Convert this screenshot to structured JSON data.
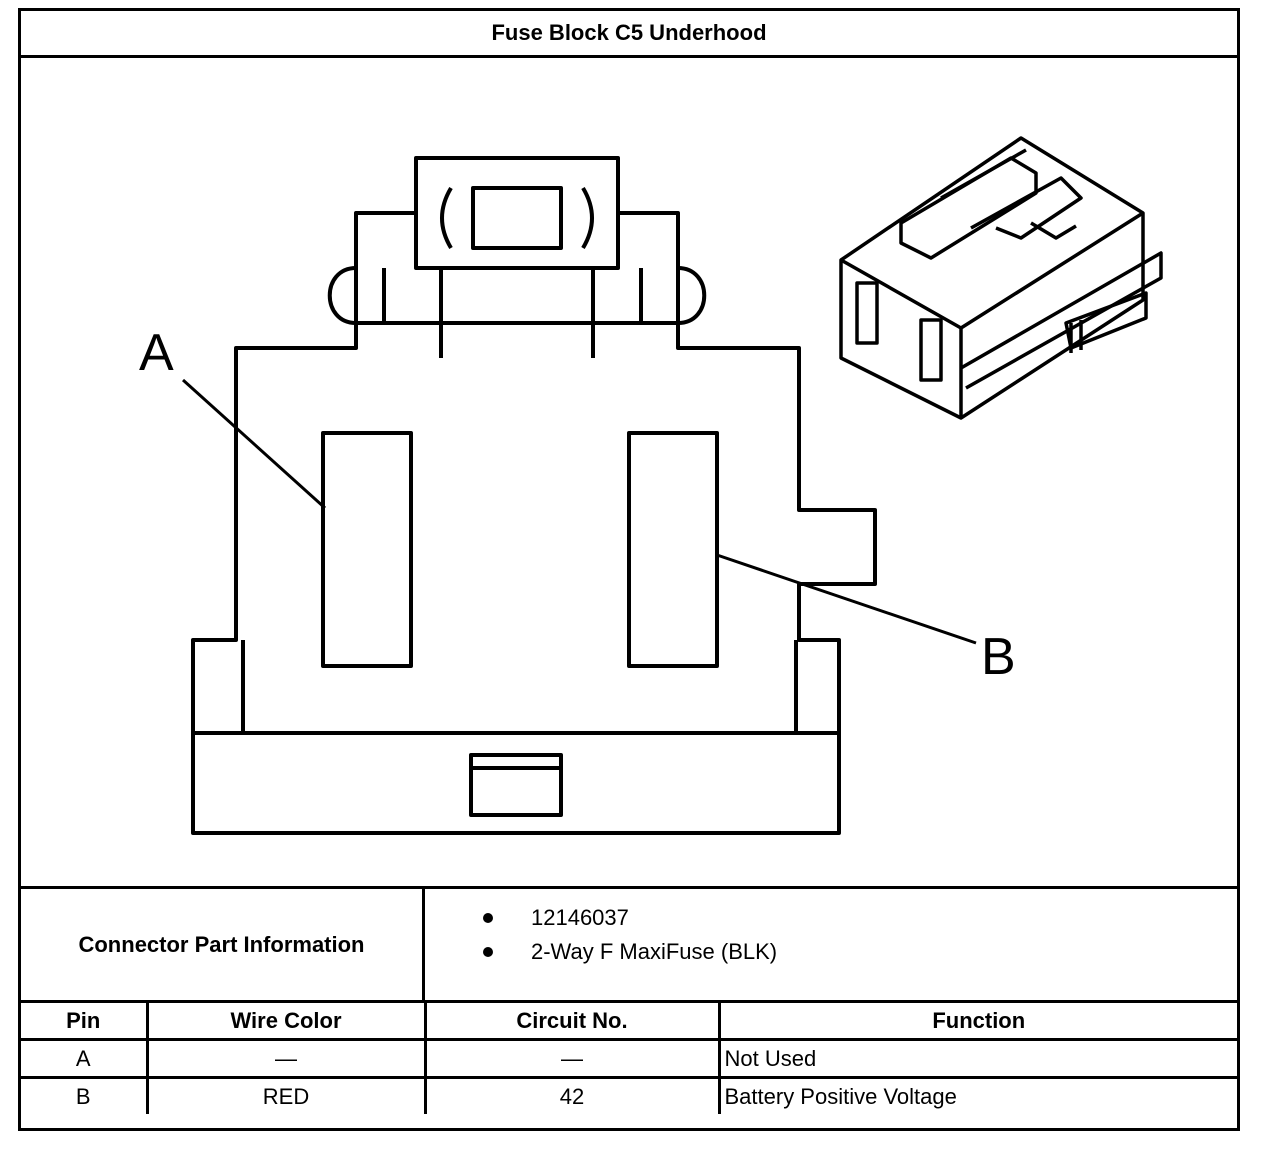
{
  "title": "Fuse Block C5 Underhood",
  "diagram": {
    "pin_labels": [
      "A",
      "B"
    ]
  },
  "connector_info": {
    "label": "Connector Part Information",
    "items": [
      "12146037",
      "2-Way F MaxiFuse (BLK)"
    ]
  },
  "pin_table": {
    "headers": [
      "Pin",
      "Wire Color",
      "Circuit No.",
      "Function"
    ],
    "rows": [
      [
        "A",
        "—",
        "—",
        "Not Used"
      ],
      [
        "B",
        "RED",
        "42",
        "Battery Positive Voltage"
      ]
    ]
  }
}
